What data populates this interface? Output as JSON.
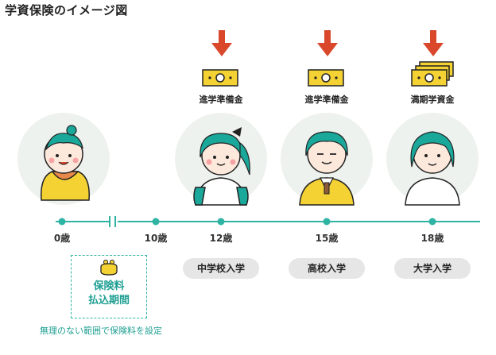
{
  "title": "学資保険のイメージ図",
  "milestones": [
    {
      "age": "0歳"
    },
    {
      "age": "10歳"
    },
    {
      "age": "12歳",
      "money_label": "進学準備金",
      "event": "中学校入学"
    },
    {
      "age": "15歳",
      "money_label": "進学準備金",
      "event": "高校入学"
    },
    {
      "age": "18歳",
      "money_label": "満期学資金",
      "event": "大学入学"
    }
  ],
  "payment": {
    "line1": "保険料",
    "line2": "払込期間",
    "note": "無理のない範囲で保険料を設定"
  },
  "colors": {
    "accent": "#2fb3a3",
    "arrow": "#d9482b",
    "money": "#f5d234",
    "circle": "#eef2ee",
    "pill": "#e6e6e6"
  },
  "icons": [
    "down-arrow-icon",
    "banknote-icon",
    "coin-purse-icon"
  ]
}
